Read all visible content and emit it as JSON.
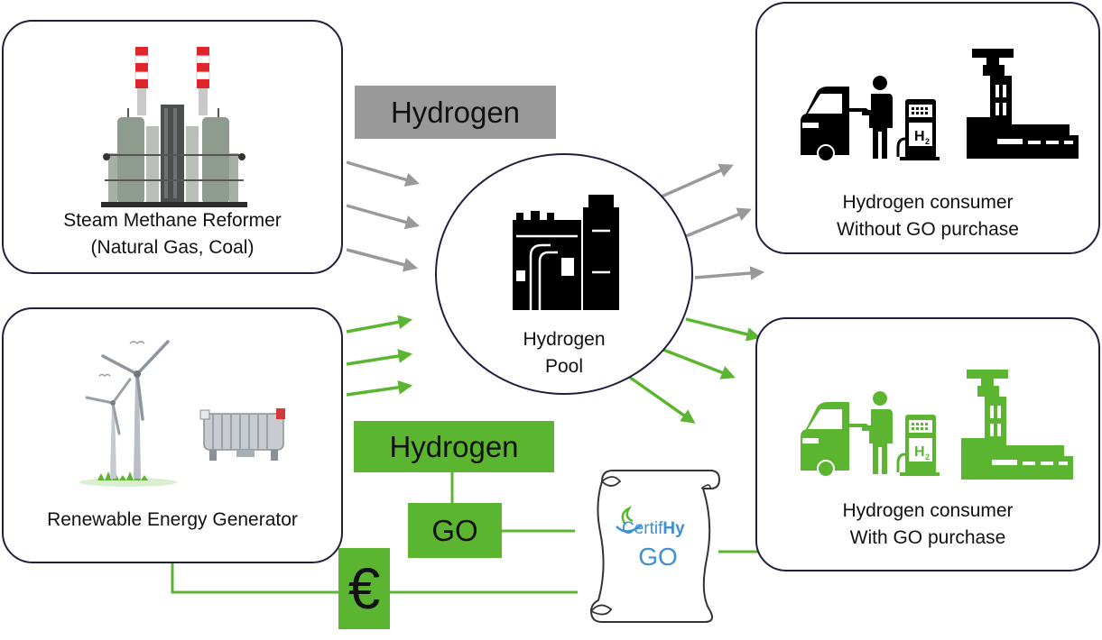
{
  "sources": {
    "smr": {
      "line1": "Steam Methane Reformer",
      "line2": "(Natural Gas, Coal)"
    },
    "renewable": {
      "label": "Renewable Energy Generator"
    }
  },
  "pool": {
    "line1": "Hydrogen",
    "line2": "Pool"
  },
  "consumers": {
    "without_go": {
      "line1": "Hydrogen consumer",
      "line2": "Without GO purchase"
    },
    "with_go": {
      "line1": "Hydrogen consumer",
      "line2": "With GO purchase"
    }
  },
  "tags": {
    "grey_hydrogen": "Hydrogen",
    "green_hydrogen": "Hydrogen",
    "go": "GO",
    "euro": "€"
  },
  "certificate": {
    "brand_prefix": "Certif",
    "brand_suffix": "Hy",
    "label": "GO"
  },
  "colors": {
    "grey": "#999999",
    "green": "#5cb531",
    "border": "#1f1f3d",
    "brand_blue": "#3f8fd2"
  }
}
